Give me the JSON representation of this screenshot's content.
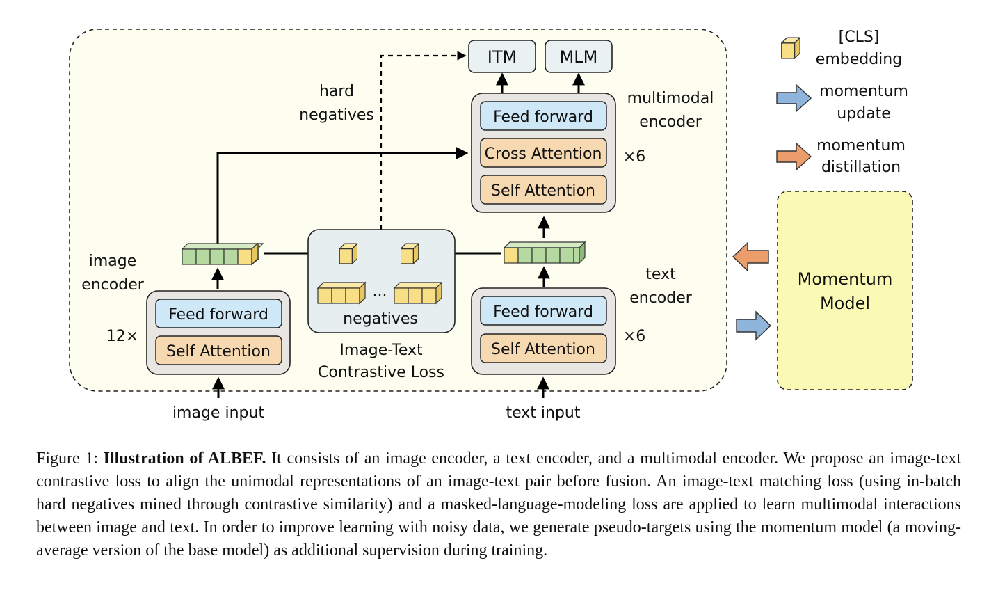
{
  "legend": {
    "cls": [
      "[CLS]",
      "embedding"
    ],
    "momentum_update": [
      "momentum",
      "update"
    ],
    "momentum_distillation": [
      "momentum",
      "distillation"
    ]
  },
  "heads": {
    "itm": "ITM",
    "mlm": "MLM"
  },
  "hard_negatives": [
    "hard",
    "negatives"
  ],
  "multimodal_encoder": {
    "title": [
      "multimodal",
      "encoder"
    ],
    "layers": [
      "Feed forward",
      "Cross Attention",
      "Self Attention"
    ],
    "repeat": "×6"
  },
  "image_encoder": {
    "title": [
      "image",
      "encoder"
    ],
    "layers": [
      "Feed forward",
      "Self Attention"
    ],
    "repeat": "12×",
    "input": "image input"
  },
  "text_encoder": {
    "title": [
      "text",
      "encoder"
    ],
    "layers": [
      "Feed forward",
      "Self Attention"
    ],
    "repeat": "×6",
    "input": "text input"
  },
  "contrastive": {
    "ellipsis": "...",
    "negatives": "negatives",
    "title": [
      "Image-Text",
      "Contrastive Loss"
    ]
  },
  "momentum_model": [
    "Momentum",
    "Model"
  ],
  "colors": {
    "panel_fill": "#fdfdf0",
    "feed_forward": "#cfe8f7",
    "attention": "#f6d9b0",
    "encoder_box": "#e8e6e3",
    "head_box": "#e9f1f2",
    "contrastive_box": "#e6eef0",
    "image_token": "#b5d9a0",
    "cls_token": "#f8df86",
    "momentum_model": "#fbfab5",
    "momentum_update_arrow": "#8fb5dd",
    "momentum_distillation_arrow": "#ec9d6c"
  },
  "caption": {
    "label": "Figure 1:",
    "title": "Illustration of ALBEF.",
    "text": " It consists of an image encoder, a text encoder, and a multimodal encoder. We propose an image-text contrastive loss to align the unimodal representations of an image-text pair before fusion. An image-text matching loss (using in-batch hard negatives mined through contrastive similarity) and a masked-language-modeling loss are applied to learn multimodal interactions between image and text. In order to improve learning with noisy data, we generate pseudo-targets using the momentum model (a moving-average version of the base model) as additional supervision during training."
  }
}
